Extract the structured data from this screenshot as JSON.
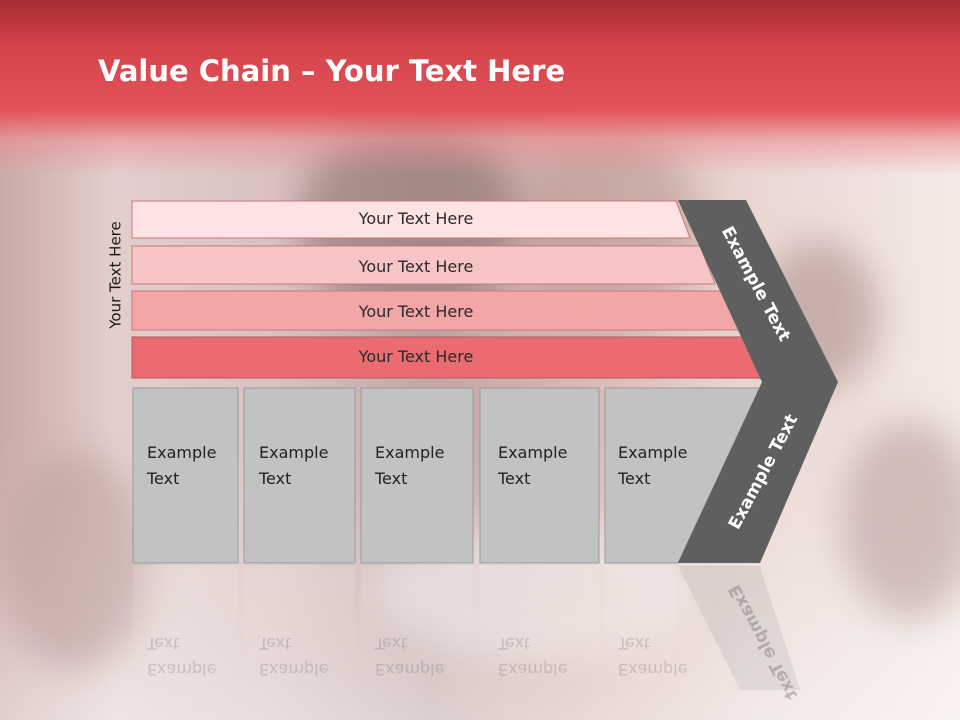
{
  "slide": {
    "title_bold": "Value Chain",
    "title_rest": " – Your Text Here",
    "side_label": "Your Text Here"
  },
  "bars": [
    {
      "text": "Your Text Here",
      "color": "#fde3e4"
    },
    {
      "text": "Your Text Here",
      "color": "#f8c5c7"
    },
    {
      "text": "Your Text Here",
      "color": "#f2a6a8"
    },
    {
      "text": "Your Text Here",
      "color": "#ea6c70"
    }
  ],
  "boxes": [
    {
      "text": "Example\nText"
    },
    {
      "text": "Example\nText"
    },
    {
      "text": "Example\nText"
    },
    {
      "text": "Example\nText"
    },
    {
      "text": "Example\nText"
    }
  ],
  "arrow": {
    "top_text": "Example Text",
    "bottom_text": "Example Text",
    "color": "#5f5f5f"
  },
  "colors": {
    "header_red": "#d4434a",
    "box_gray": "#c2c2c2"
  }
}
